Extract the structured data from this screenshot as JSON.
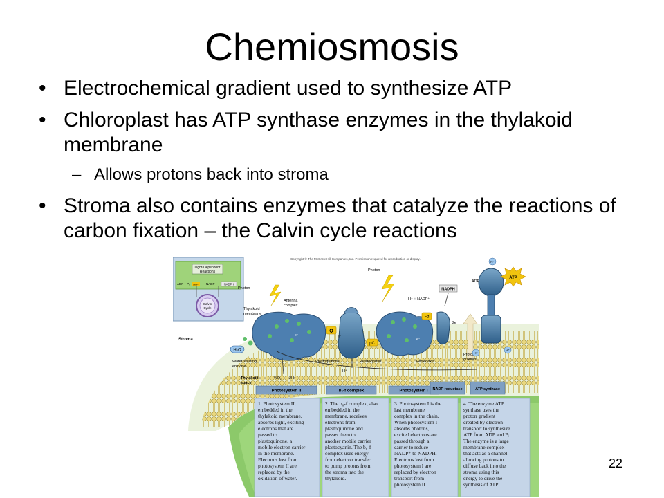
{
  "slide": {
    "title": "Chemiosmosis",
    "bullets": [
      "Electrochemical gradient used to synthesize ATP",
      "Chloroplast has ATP synthase enzymes in the thylakoid membrane"
    ],
    "sub_bullets": [
      "Allows protons back into stroma"
    ],
    "bullet3": "Stroma also contains enzymes that catalyze the reactions of carbon fixation – the Calvin cycle reactions",
    "page_number": "22",
    "bullet_glyph": "•",
    "dash_glyph": "–"
  },
  "figure": {
    "copyright": "Copyright © The McGraw-Hill Companies, Inc. Permission required for reproduction or display.",
    "inset": {
      "title_line1": "Light-Dependent",
      "title_line2": "Reactions",
      "adp_pi": "ADP + Pᵢ",
      "atp": "ATP",
      "nadp": "NADP",
      "nadph": "NADPH",
      "calvin_line1": "Calvin",
      "calvin_line2": "Cycle"
    },
    "labels": {
      "photon_left": "Photon",
      "photon_right": "Photon",
      "thylakoid_membrane_1": "Thylakoid",
      "thylakoid_membrane_2": "membrane",
      "antenna_complex_1": "Antenna",
      "antenna_complex_2": "complex",
      "stroma": "Stroma",
      "h2o": "H₂O",
      "water_splitting_1": "Water-splitting",
      "water_splitting_2": "enzyme",
      "thylakoid_space_1": "Thylakoid",
      "thylakoid_space_2": "space",
      "half_o2": "½O₂",
      "two_h": "2H⁺",
      "plastoquinone": "Plastoquinone",
      "plastocyanin": "Plastocyanin",
      "ferredoxin": "Ferredoxin",
      "proton_gradient_1": "Proton",
      "proton_gradient_2": "gradient",
      "q": "Q",
      "pc": "pC",
      "fd": "Fd",
      "nadph": "NADPH",
      "h_plus_nadp": "H⁺ + NADP⁺",
      "adp": "ADP",
      "atp": "ATP",
      "h_plus": "H⁺",
      "e_minus": "e⁻",
      "two_e": "2e⁻"
    },
    "complexes": [
      "Photosystem II",
      "b₆-f complex",
      "Photosystem I",
      "NADP reductase",
      "ATP synthase"
    ],
    "captions": [
      [
        "1. Photosystem II,",
        "embedded in the",
        "thylakoid membrane,",
        "absorbs light, exciting",
        "electrons that are",
        "passed to",
        "plastoquinone, a",
        "mobile electron carrier",
        "in the membrane.",
        "Electrons lost from",
        "photosystem II are",
        "replaced by the",
        "oxidation of water."
      ],
      [
        "2. The b₆-f complex, also",
        "embedded in the",
        "membrane, receives",
        "electrons from",
        "plastoquinone and",
        "passes them to",
        "another mobile carrier",
        "plastocyanin. The b₆-f",
        "complex uses energy",
        "from electron transfer",
        "to pump protons from",
        "the stroma into the",
        "thylakoid."
      ],
      [
        "3. Photosystem I is the",
        "last membrane",
        "complex in the chain.",
        "When photosystem I",
        "absorbs photons,",
        "excited electrons are",
        "passed through a",
        "carrier to reduce",
        "NADP⁺ to NADPH.",
        "Electrons lost from",
        "photosystem I are",
        "replaced by electron",
        "transport from",
        "photosystem II."
      ],
      [
        "4. The enzyme ATP",
        "synthase uses the",
        "proton gradient",
        "created by electron",
        "transport to synthesize",
        "ATP from ADP and Pᵢ.",
        "The enzyme is a large",
        "membrane complex",
        "that acts as a channel",
        "allowing protons to",
        "diffuse back into the",
        "stroma using this",
        "energy to drive the",
        "synthesis of ATP."
      ]
    ]
  }
}
